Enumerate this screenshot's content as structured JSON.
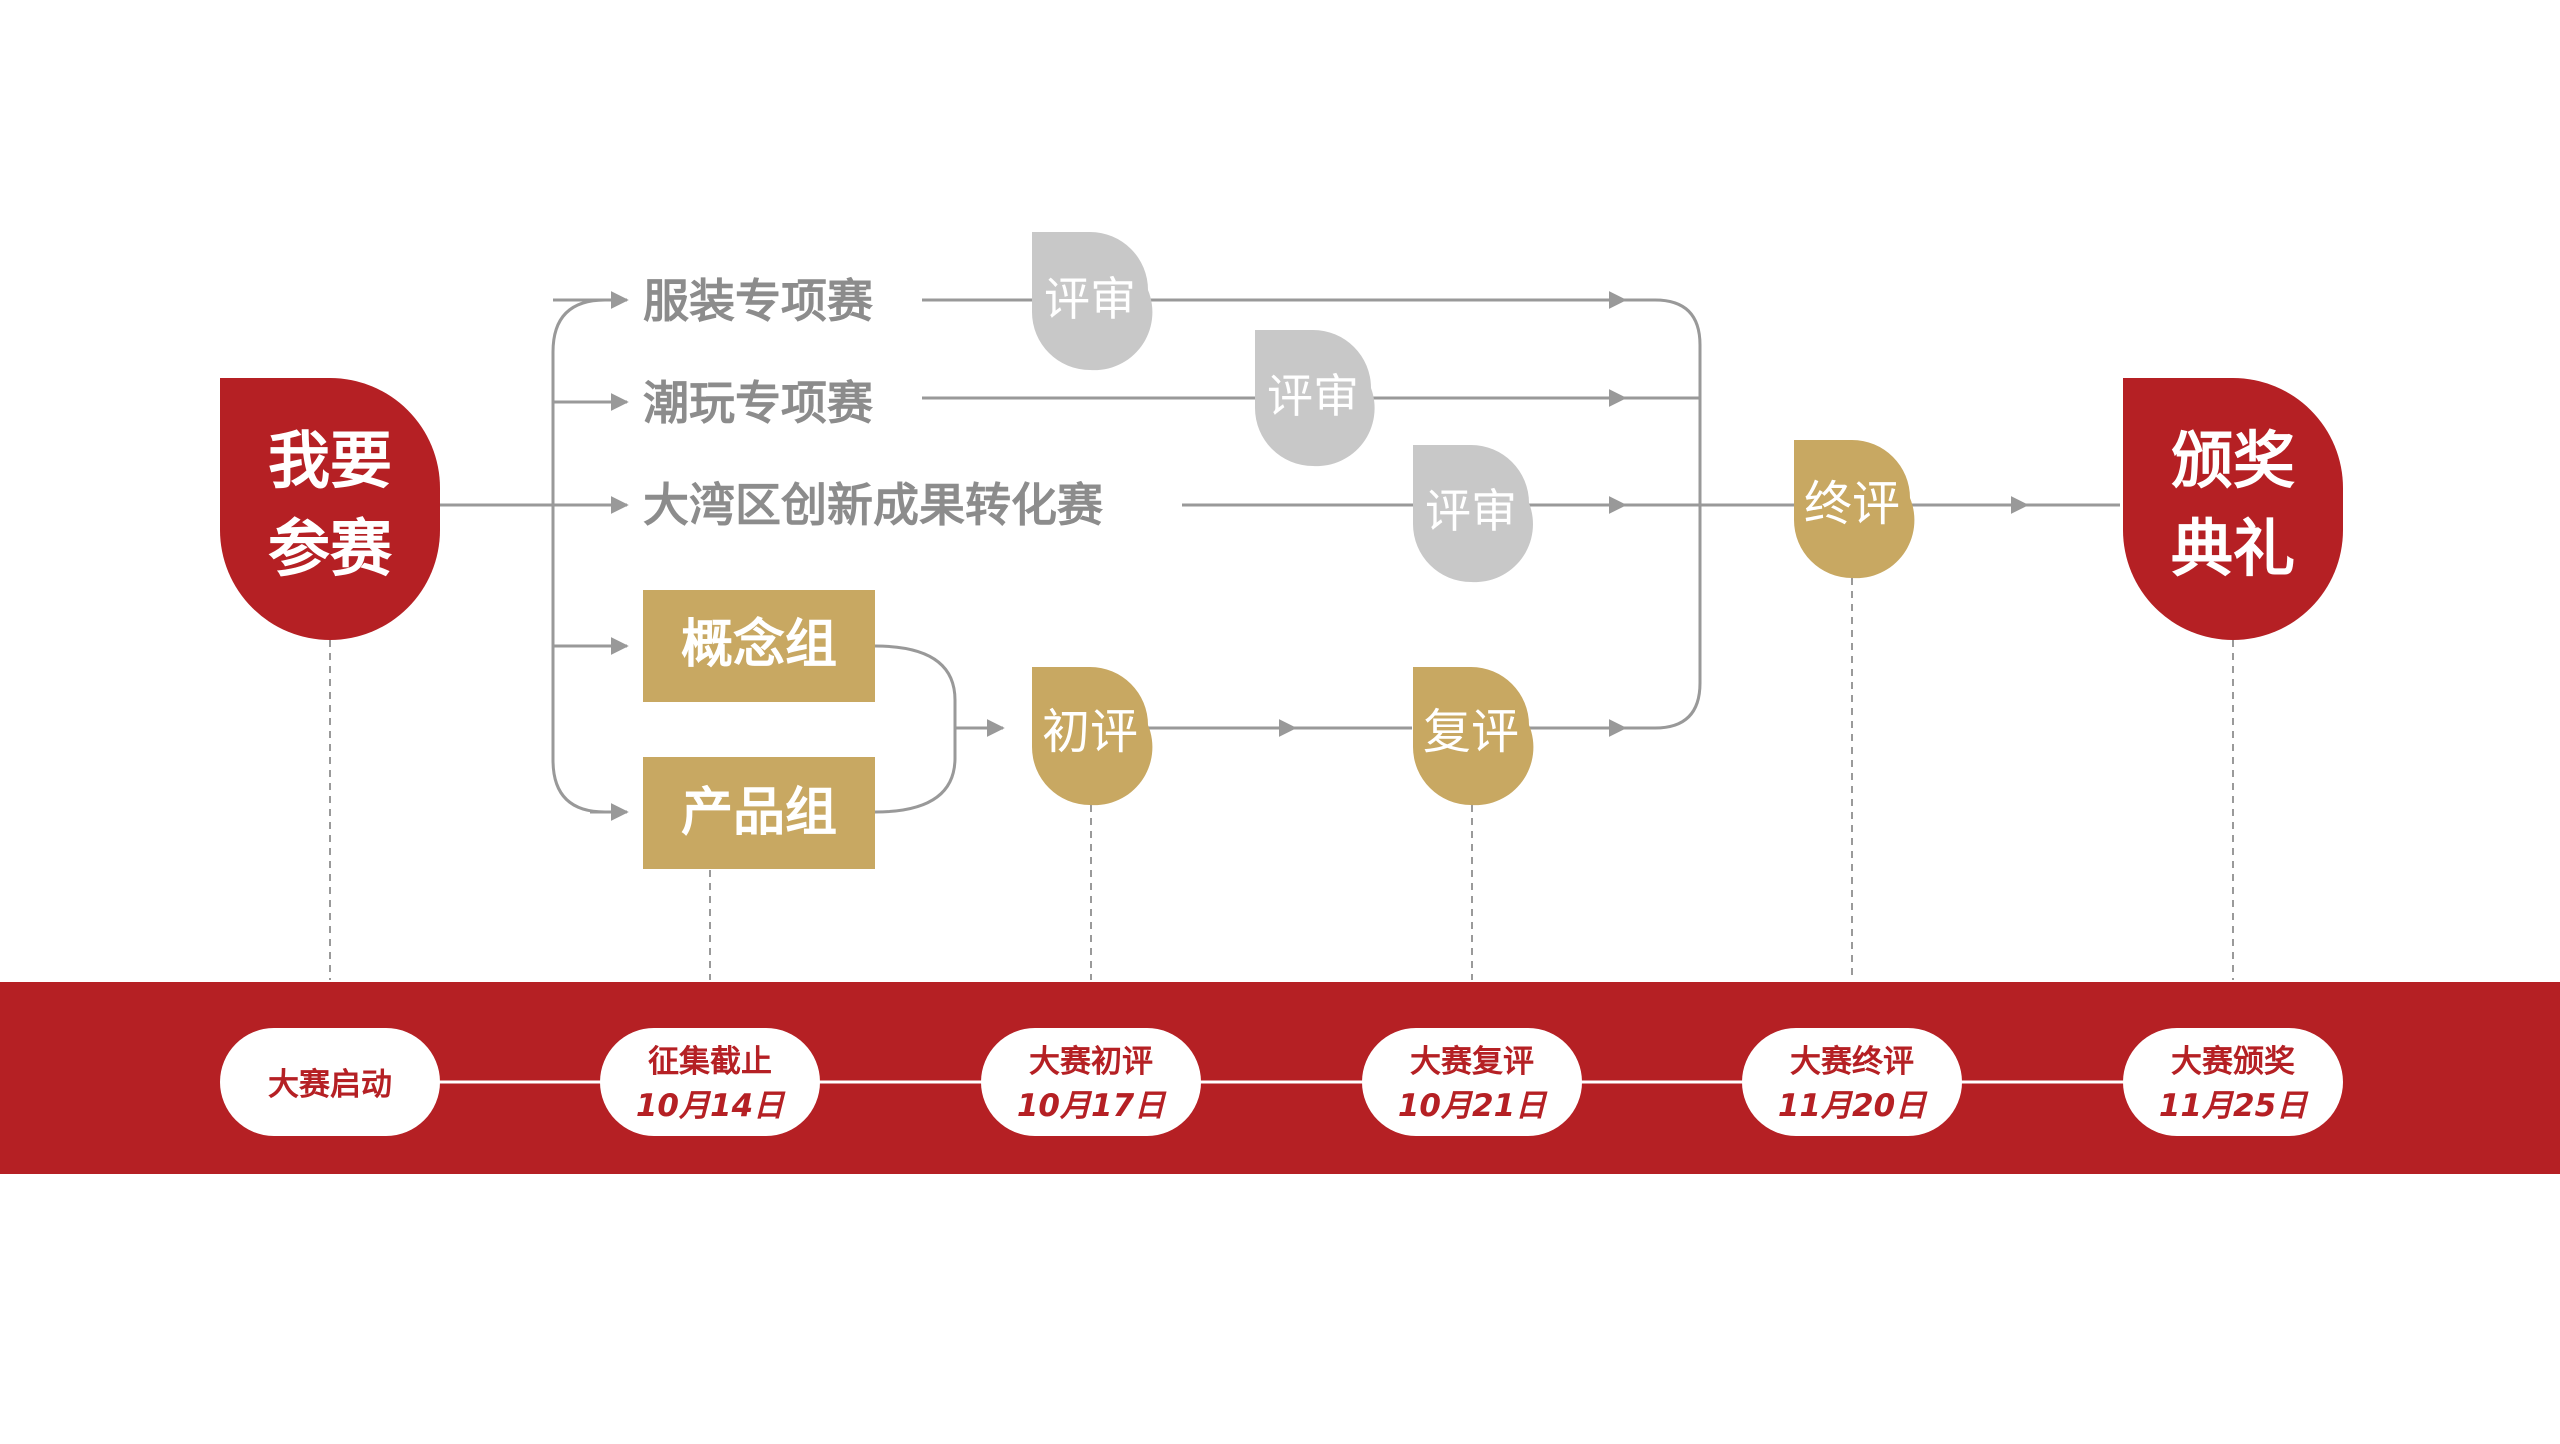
{
  "colors": {
    "red": "#b52024",
    "gold": "#c8a862",
    "gray_drop": "#c8c8c8",
    "line": "#999999",
    "text_gray": "#8c8c8c",
    "white": "#ffffff"
  },
  "start_node": {
    "line1": "我要",
    "line2": "参赛"
  },
  "end_node": {
    "line1": "颁奖",
    "line2": "典礼"
  },
  "tracks": [
    {
      "label": "服装专项赛",
      "review": "评审"
    },
    {
      "label": "潮玩专项赛",
      "review": "评审"
    },
    {
      "label": "大湾区创新成果转化赛",
      "review": "评审"
    }
  ],
  "groups": [
    {
      "label": "概念组"
    },
    {
      "label": "产品组"
    }
  ],
  "stages": {
    "initial": "初评",
    "second": "复评",
    "final": "终评"
  },
  "timeline": [
    {
      "title": "大赛启动",
      "date": ""
    },
    {
      "title": "征集截止",
      "date": "10月14日"
    },
    {
      "title": "大赛初评",
      "date": "10月17日"
    },
    {
      "title": "大赛复评",
      "date": "10月21日"
    },
    {
      "title": "大赛终评",
      "date": "11月20日"
    },
    {
      "title": "大赛颁奖",
      "date": "11月25日"
    }
  ]
}
